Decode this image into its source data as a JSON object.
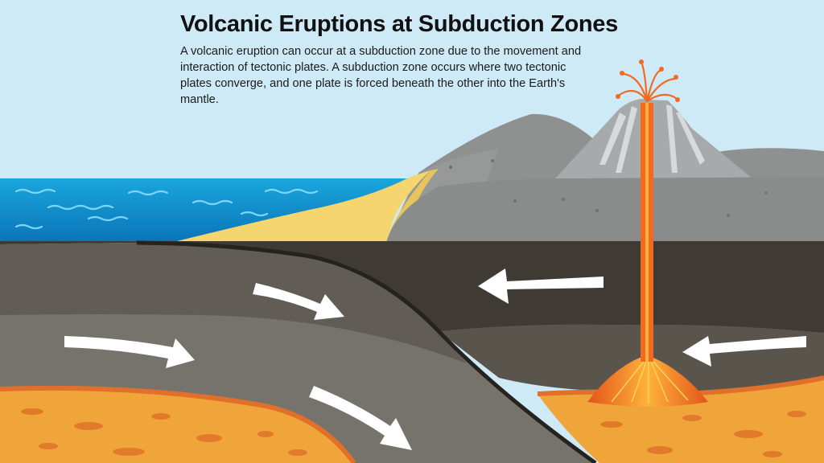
{
  "title": "Volcanic Eruptions at Subduction Zones",
  "description": "A volcanic eruption can occur at a subduction zone due to the movement and interaction of tectonic plates. A subduction zone occurs where two tectonic plates converge, and one plate is forced beneath the other into the Earth's mantle.",
  "colors": {
    "sky": "#cfeaf7",
    "ocean": "#129bd2",
    "sand": "#f5d66e",
    "mountain": "#8e9190",
    "volcano": "#a7aaab",
    "continental_crust": "#3f3a33",
    "oceanic_plate": "#75726b",
    "mantle": "#f0a53a",
    "lava": "#f26a22",
    "arrow": "#ffffff"
  },
  "icons": {
    "arrows": "white-curved-motion-arrows",
    "volcano": "erupting-volcano"
  }
}
